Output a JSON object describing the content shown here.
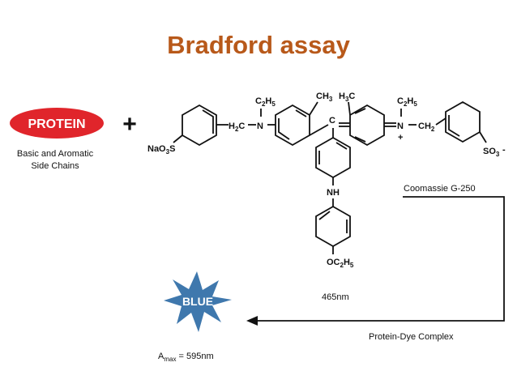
{
  "title": "Bradford assay",
  "protein_badge": "PROTEIN",
  "protein_desc": [
    "Basic and Aromatic",
    "Side Chains"
  ],
  "plus": "+",
  "dye_name": "Coomassie G-250",
  "dye_absorbance": "465nm",
  "complex_label": "Protein-Dye Complex",
  "result_badge": "BLUE",
  "amax": {
    "symbol": "A",
    "subscript": "max",
    "value": "= 595nm"
  },
  "atoms": {
    "ethyl_left": "C2H5",
    "ch3_left": "CH3",
    "ch3_right": "H3C",
    "ethyl_right": "C2H5",
    "h2c": "H2C",
    "ch2": "CH2",
    "n_left": "N",
    "n_right": "N",
    "plus_charge": "+",
    "center_c": "C",
    "nh": "NH",
    "naso3s": "NaO3S",
    "so3": "SO3",
    "minus": "-",
    "oc2h5": "OC2H5"
  },
  "colors": {
    "title": "#b8591a",
    "protein": "#e0252b",
    "star": "#3f78ad",
    "ink": "#111111"
  }
}
